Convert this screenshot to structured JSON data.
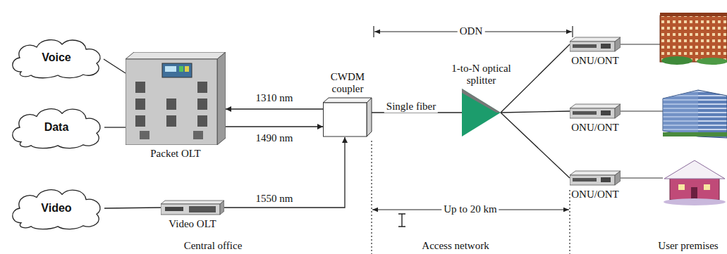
{
  "diagram": {
    "nodes": [
      {
        "text": [
          "Voice"
        ]
      },
      {
        "text": [
          "Data"
        ]
      },
      {
        "text": [
          "Video"
        ]
      },
      {
        "text": [
          "Packet OLT"
        ]
      },
      {
        "text": [
          "Video OLT"
        ]
      },
      {
        "text": [
          "CWDM coupler"
        ]
      },
      {
        "text": [
          "1-to-N optical splitter"
        ]
      },
      {
        "text": [
          "ONU/ONT"
        ]
      },
      {
        "text": [
          "ONU/ONT"
        ]
      },
      {
        "text": [
          "ONU/ONT"
        ]
      }
    ],
    "edges": [
      {
        "from": 0,
        "to": 3,
        "arrow": "none"
      },
      {
        "from": 1,
        "to": 3,
        "arrow": "none"
      },
      {
        "from": 2,
        "to": 4,
        "arrow": "none"
      },
      {
        "from": 5,
        "to": 3,
        "label": "1310 nm",
        "arrow": "to"
      },
      {
        "from": 3,
        "to": 5,
        "label": "1490 nm",
        "arrow": "to"
      },
      {
        "from": 4,
        "to": 5,
        "label": "1550 nm",
        "arrow": "to"
      },
      {
        "from": 5,
        "to": 6,
        "label": "Single fiber",
        "arrow": "none"
      },
      {
        "from": 6,
        "to": 7,
        "arrow": "none"
      },
      {
        "from": 6,
        "to": 8,
        "arrow": "none"
      },
      {
        "from": 6,
        "to": 9,
        "arrow": "none"
      }
    ],
    "labels": [
      "ODN",
      "Up to 20 km",
      "Central office",
      "Access network",
      "User premises"
    ]
  }
}
